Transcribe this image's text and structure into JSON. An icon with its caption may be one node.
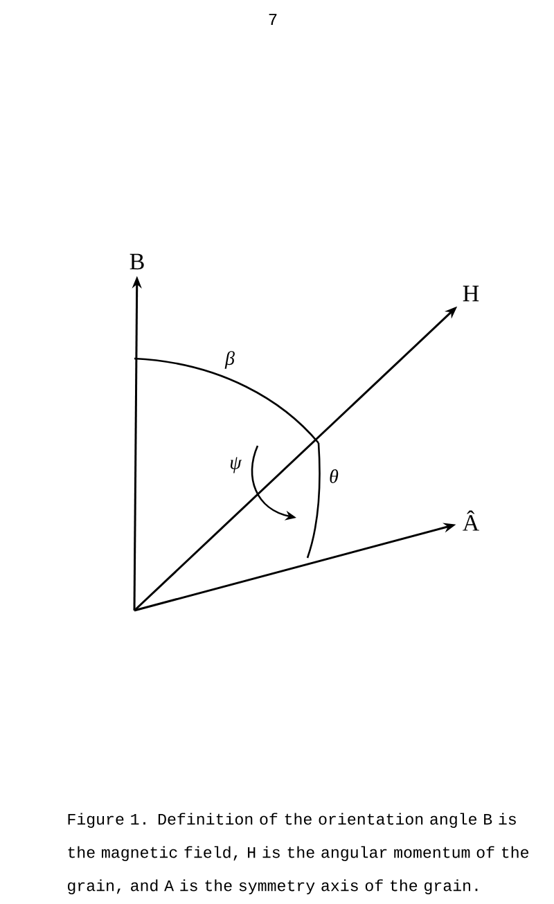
{
  "diagram": {
    "caption": "Figure 1.  Definition of the orientation angle B is the magnetic field, H is the angular momentum of the grain, and A is the symmetry axis of the grain.",
    "nodes": [
      {
        "text": [
          "B"
        ]
      },
      {
        "text": [
          "H"
        ]
      },
      {
        "text": [
          "Â"
        ]
      }
    ],
    "edges": [
      {
        "from": null,
        "to": 0,
        "arrow": "to"
      },
      {
        "from": null,
        "to": 1,
        "arrow": "to"
      },
      {
        "from": null,
        "to": 2,
        "arrow": "to"
      }
    ],
    "labels": [
      "7",
      "β",
      "ψ",
      "θ"
    ]
  }
}
